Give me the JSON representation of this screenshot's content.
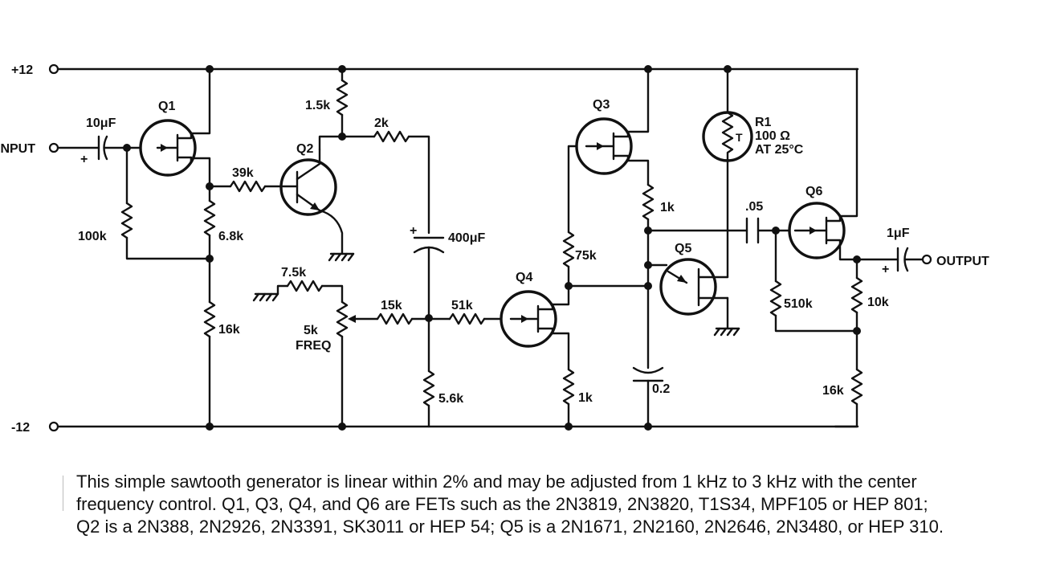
{
  "rails": {
    "plus": "+12",
    "minus": "-12"
  },
  "io": {
    "input": "INPUT",
    "output": "OUTPUT"
  },
  "transistors": {
    "q1": "Q1",
    "q2": "Q2",
    "q3": "Q3",
    "q4": "Q4",
    "q5": "Q5",
    "q6": "Q6"
  },
  "resistors": {
    "r1_5k": "1.5k",
    "r2k": "2k",
    "r39k": "39k",
    "r100k": "100k",
    "r6_8k": "6.8k",
    "r16k_left": "16k",
    "r7_5k": "7.5k",
    "pot_value": "5k",
    "pot_label": "FREQ",
    "r15k": "15k",
    "r51k": "51k",
    "r5_6k": "5.6k",
    "r75k": "75k",
    "r1k_q3": "1k",
    "r1k_q4": "1k",
    "r510k": "510k",
    "r10k": "10k",
    "r16k_right": "16k"
  },
  "capacitors": {
    "c10uf": "10μF",
    "c400uf": "400μF",
    "c05": ".05",
    "c0_2": "0.2",
    "c1uf": "1μF"
  },
  "thermistor": {
    "name": "R1",
    "value": "100 Ω",
    "condition": "AT 25°C",
    "symbol": "T"
  },
  "polarity": {
    "plus": "+"
  },
  "caption": "This simple sawtooth generator is linear within 2% and may be adjusted from 1 kHz to 3 kHz with the center frequency control. Q1, Q3, Q4, and Q6 are FETs such as the 2N3819, 2N3820, T1S34, MPF105 or HEP 801; Q2 is a 2N388, 2N2926, 2N3391, SK3011 or HEP 54; Q5 is a 2N1671, 2N2160, 2N2646, 2N3480, or HEP 310."
}
